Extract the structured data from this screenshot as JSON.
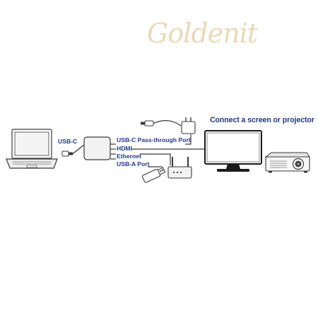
{
  "watermark": {
    "text": "Goldenit"
  },
  "heading": {
    "text": "Connect a screen or projector"
  },
  "labels": {
    "laptop_cable": "USB-C",
    "usbc_passthrough": "USB-C Pass-through Port",
    "hdmi": "HDMI",
    "ethernet": "Ethernet",
    "usba": "USB-A Port"
  },
  "colors": {
    "label_text": "#1e3a8a",
    "device_stroke": "#3a3a3a",
    "device_fill": "#f2f2f2",
    "dark": "#1a1a1a",
    "watermark": "#e9d9b8"
  },
  "icons": [
    "laptop-icon",
    "usb-c-plug-icon",
    "adapter-hub-icon",
    "power-adapter-icon",
    "monitor-icon",
    "projector-icon",
    "router-icon",
    "usb-stick-icon"
  ]
}
